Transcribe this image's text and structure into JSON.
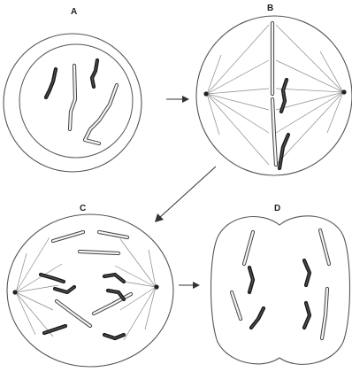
{
  "panels": {
    "A": {
      "label": "A"
    },
    "B": {
      "label": "B"
    },
    "C": {
      "label": "C"
    },
    "D": {
      "label": "D"
    }
  }
}
